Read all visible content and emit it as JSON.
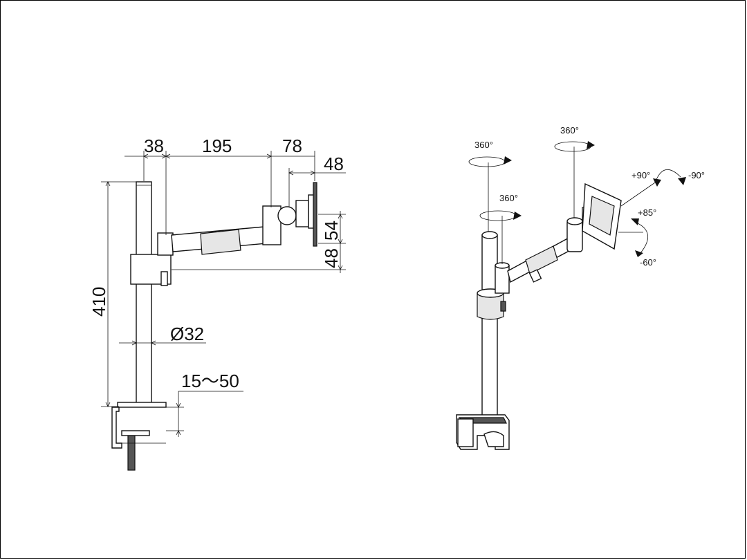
{
  "dimensions": {
    "d38": "38",
    "d195": "195",
    "d78": "78",
    "d48_top": "48",
    "d54": "54",
    "d48_side": "48",
    "d410": "410",
    "diameter": "Ø32",
    "clamp_range": "15～50"
  },
  "rotations": {
    "pole_top": "360°",
    "arm_joint": "360°",
    "head_top": "360°",
    "tilt_plus": "+90°",
    "tilt_minus": "-90°",
    "swivel_plus": "+85°",
    "swivel_minus": "-60°"
  }
}
